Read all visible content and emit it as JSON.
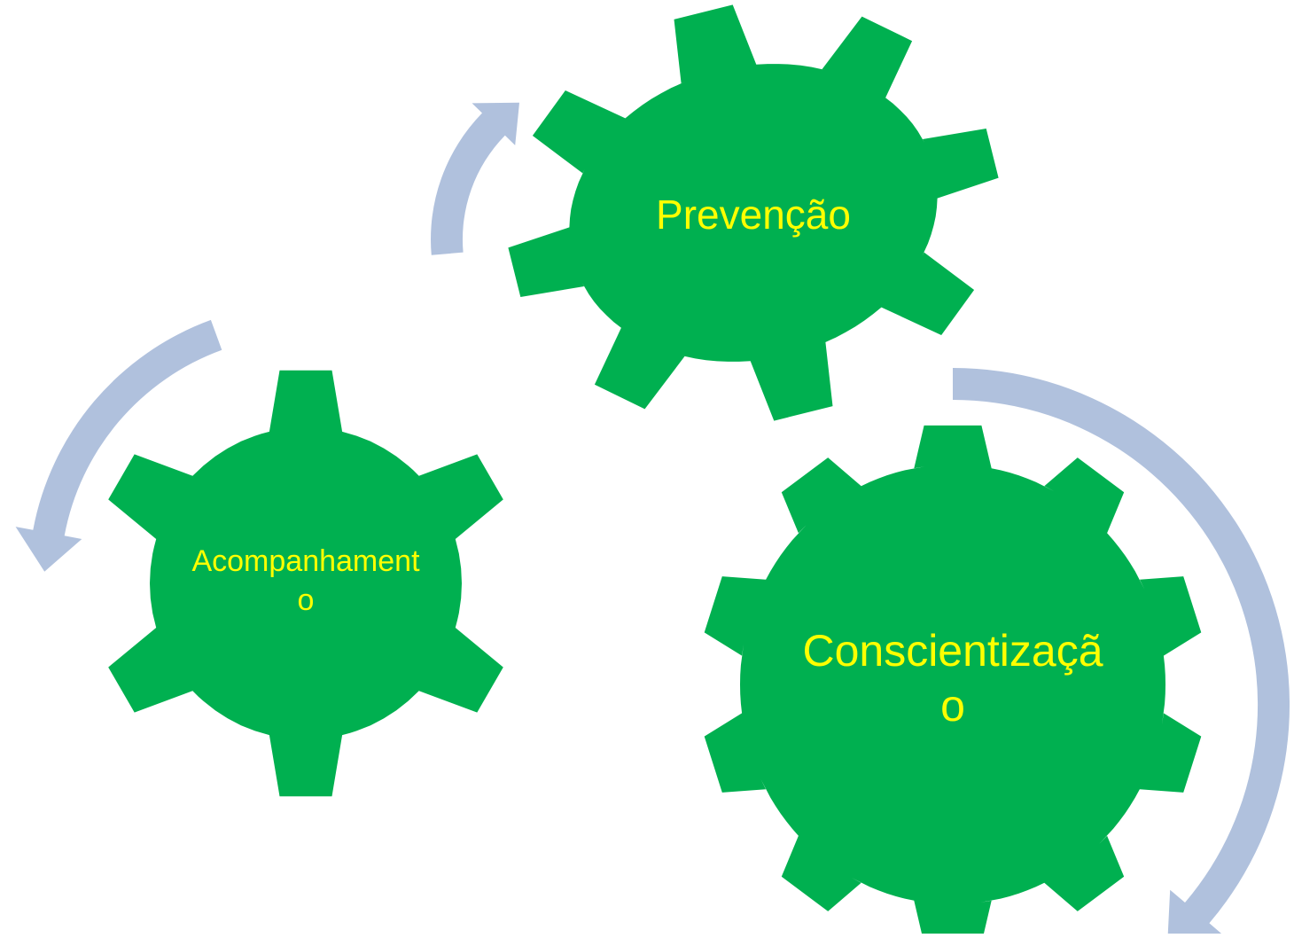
{
  "colors": {
    "gear_fill": "#00b050",
    "gear_text": "#ffff00",
    "arrow_fill": "#b0c1dd",
    "background": "#ffffff"
  },
  "gears": {
    "conscientizacao": {
      "label": "Conscientização",
      "teeth": 10
    },
    "prevencao": {
      "label": "Prevenção",
      "teeth": 8
    },
    "acompanhamento": {
      "label": "Acompanhamento",
      "teeth": 6
    }
  },
  "arrows": {
    "around_conscientizacao": {
      "icon": "curved-arrow-clockwise-icon"
    },
    "around_prevencao": {
      "icon": "curved-arrow-clockwise-icon"
    },
    "around_acompanhamento": {
      "icon": "curved-arrow-counterclockwise-icon"
    }
  }
}
